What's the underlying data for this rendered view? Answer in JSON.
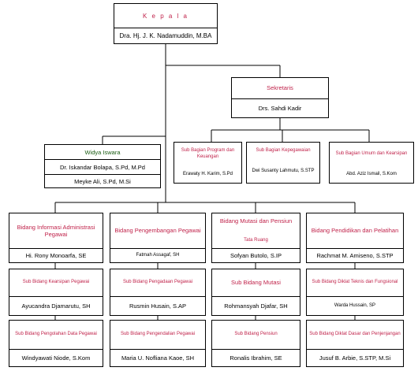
{
  "kepala": {
    "title": "K e p a l a",
    "name": "Dra. Hj. J. K. Nadamuddin, M.BA"
  },
  "sekretaris": {
    "title": "Sekretaris",
    "name": "Drs. Sahdi Kadir"
  },
  "widya_iswara": {
    "title": "Widya Iswara",
    "members": [
      "Dr. Iskandar Bolapa, S.Pd, M.Pd",
      "Meyke Ali, S.Pd, M.Si"
    ]
  },
  "sub_bagian": [
    {
      "title": "Sub Bagian Program dan Keuangan",
      "name": "Erawaty H. Karim, S.Pd"
    },
    {
      "title": "Sub Bagian Kepegawaian",
      "name": "Dwi Susanty Lahmutu, S.STP"
    },
    {
      "title": "Sub Bagian Umum dan Kearsipan",
      "name": "Abd. Aziz Ismail, S.Kom"
    }
  ],
  "bidang": [
    {
      "title": "Bidang Informasi Administrasi Pegawai",
      "name": "Hi. Rony Monoarfa, SE",
      "subs": [
        {
          "title": "Sub Bidang Kearsipan Pegawai",
          "name": "Ayucandra Djamarutu, SH"
        },
        {
          "title": "Sub Bidang Pengolahan Data Pegawai",
          "name": "Windyawati Niode, S.Kom"
        }
      ]
    },
    {
      "title": "Bidang Pengembangan Pegawai",
      "name": "Fatmah Assagaf, SH",
      "subs": [
        {
          "title": "Sub Bidang Pengadaan Pegawai",
          "name": "Rusmin Husain, S.AP"
        },
        {
          "title": "Sub Bidang Pengendalian Pegawai",
          "name": "Maria U. Nofliana Kaoe, SH"
        }
      ]
    },
    {
      "title": "Bidang Mutasi dan Pensiun",
      "subtitle": "Tata Ruang",
      "name": "Sofyan Butolo, S.IP",
      "subs": [
        {
          "title": "Sub Bidang Mutasi",
          "name": "Rohmansyah Djafar, SH"
        },
        {
          "title": "Sub Bidang Pensiun",
          "name": "Ronalis Ibrahim, SE"
        }
      ]
    },
    {
      "title": "Bidang Pendidikan dan Pelatihan",
      "name": "Rachmat M. Amiseno, S.STP",
      "subs": [
        {
          "title": "Sub Bidang Diklat Teknis dan Fungsional",
          "name": "Warda Hussain, SP"
        },
        {
          "title": "Sub Bidang Diklat Dasar dan Penjenjangan",
          "name": "Jusuf B. Arbie, S.STP, M.Si"
        }
      ]
    }
  ],
  "colors": {
    "title_text": "#c0224a",
    "widya_title": "#1a5c12",
    "lines": "#000000"
  }
}
